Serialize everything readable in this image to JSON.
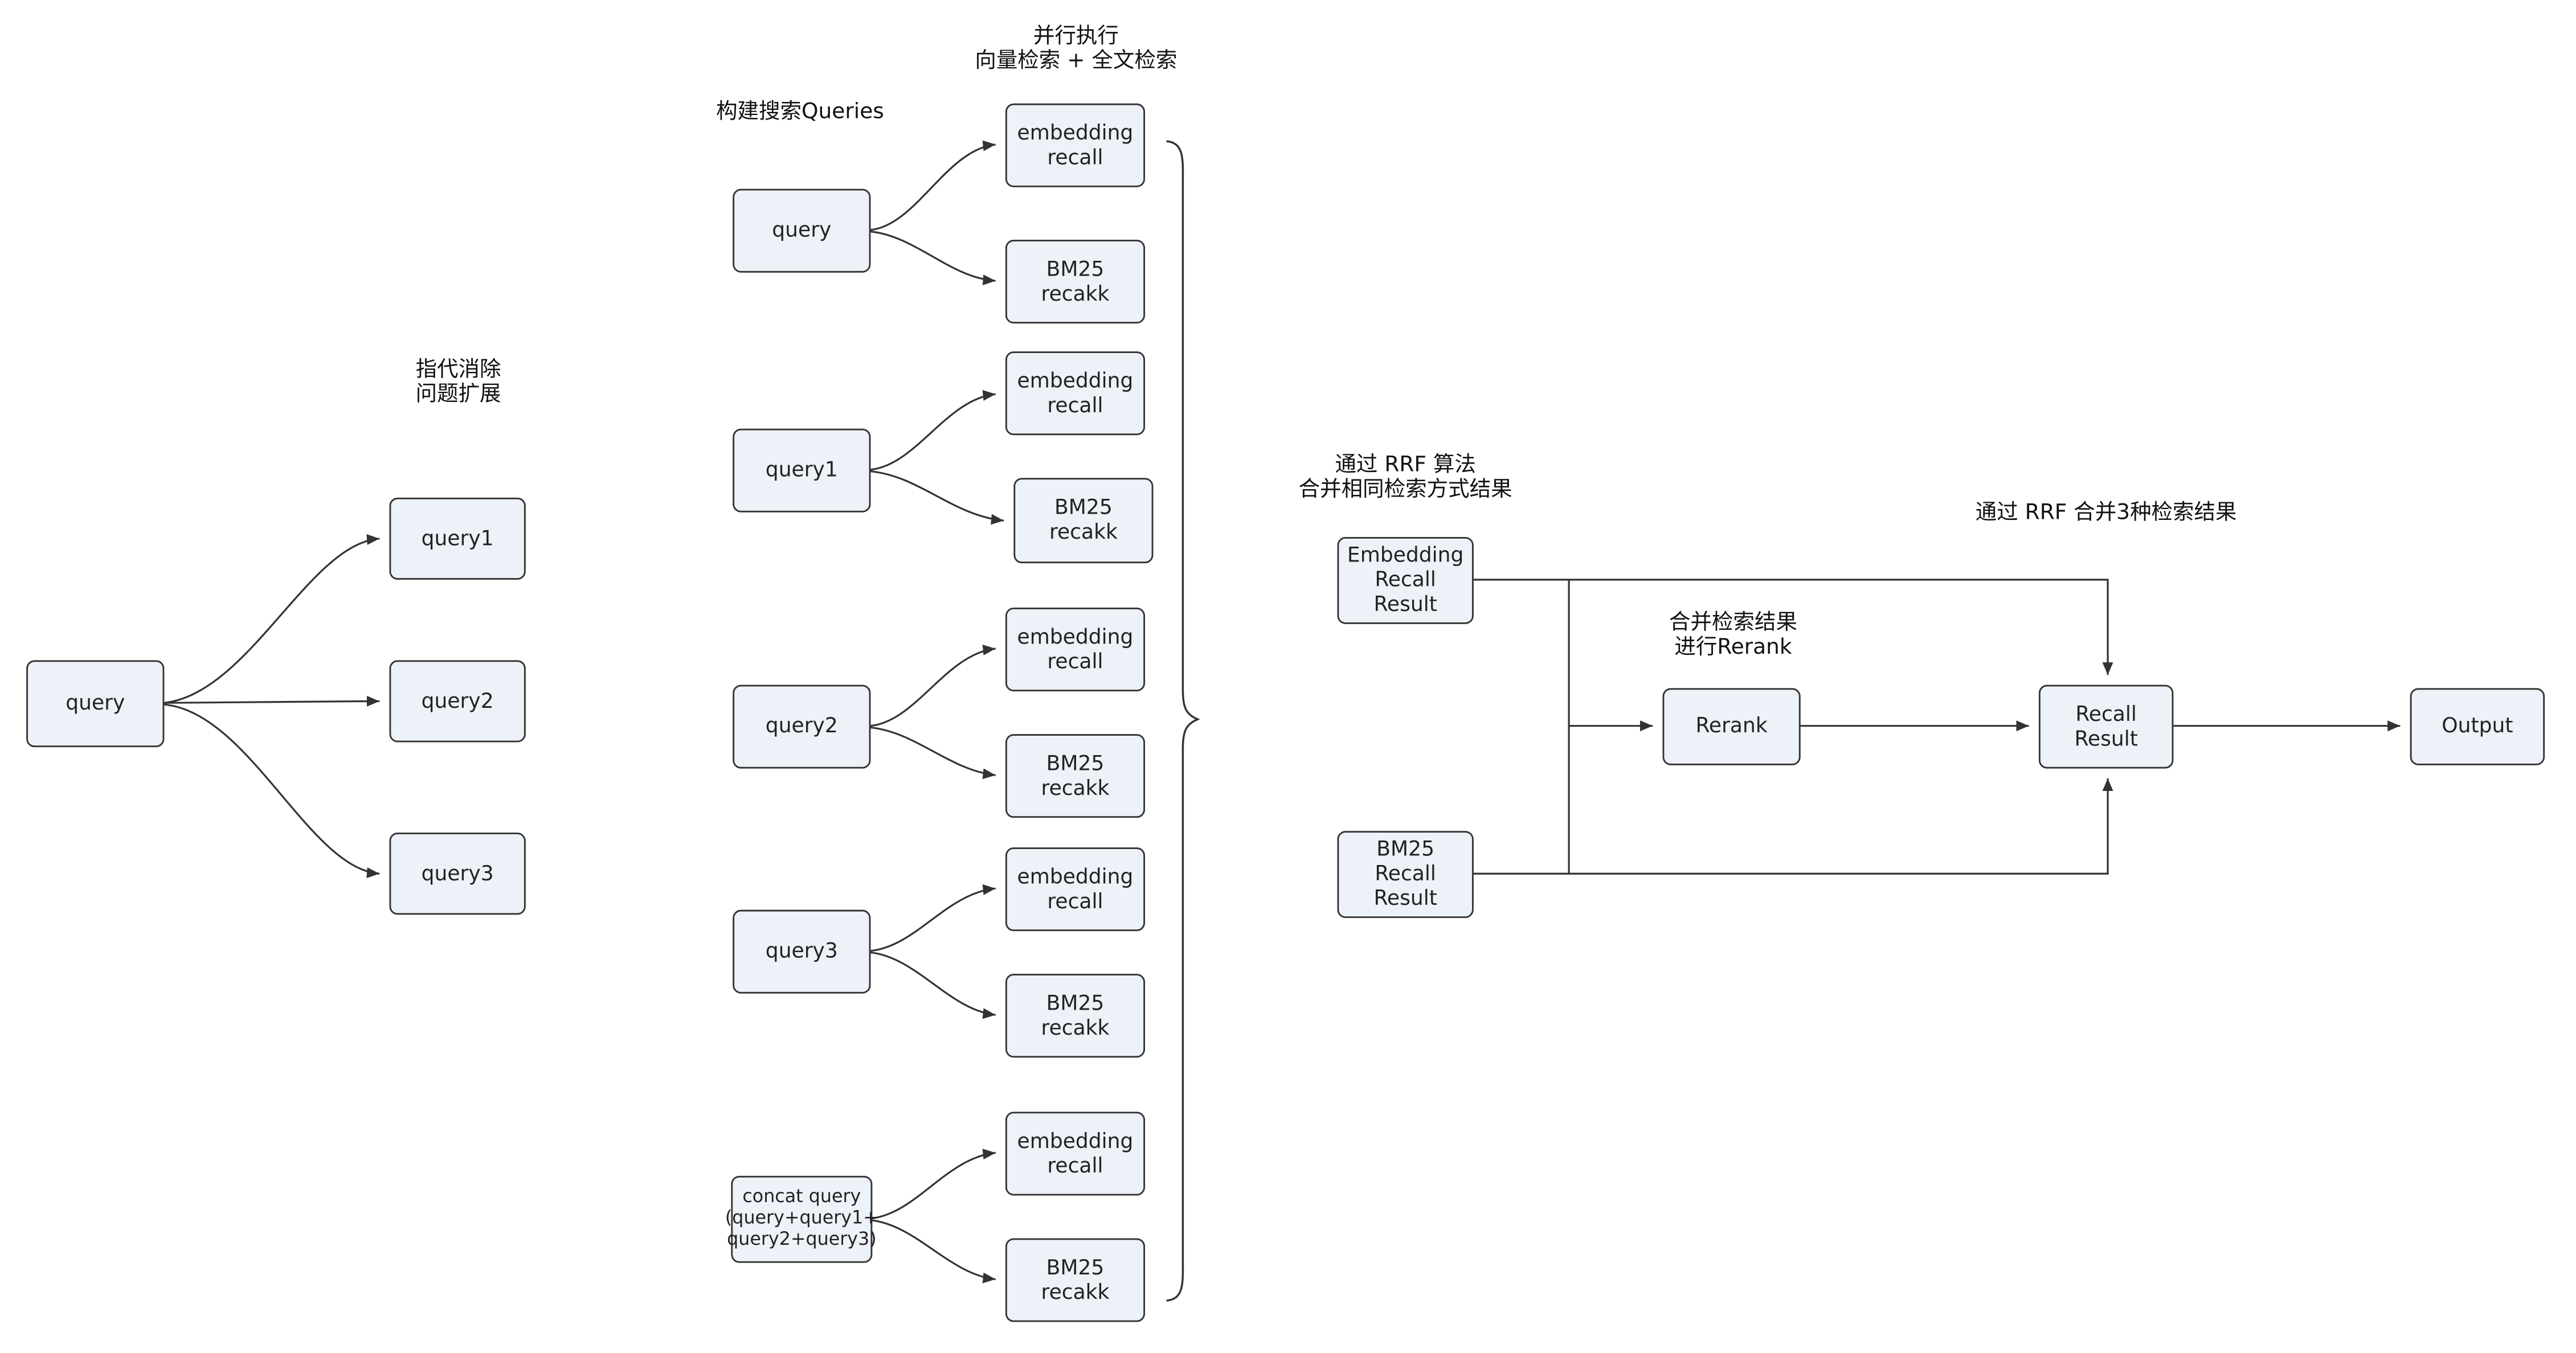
{
  "diagram": {
    "section_labels": {
      "coref_line1": "指代消除",
      "coref_line2": "问题扩展",
      "build_queries": "构建搜索Queries",
      "parallel_line1": "并行执行",
      "parallel_line2": "向量检索 + 全文检索",
      "rrf_same_line1": "通过 RRF 算法",
      "rrf_same_line2": "合并相同检索方式结果",
      "merge_line1": "合并检索结果",
      "merge_line2": "进行Rerank",
      "rrf3": "通过 RRF 合并3种检索结果"
    },
    "nodes": {
      "query": "query",
      "query1": "query1",
      "query2": "query2",
      "query3": "query3",
      "embedding_recall_line1": "embedding",
      "embedding_recall_line2": "recall",
      "bm25_recall_line1": "BM25",
      "bm25_recall_line2": "recakk",
      "concat_line1": "concat query",
      "concat_line2": "(query+query1+",
      "concat_line3": "query2+query3)",
      "embedding_result_line1": "Embedding",
      "embedding_result_line2": "Recall",
      "embedding_result_line3": "Result",
      "bm25_result_line1": "BM25",
      "bm25_result_line2": "Recall",
      "bm25_result_line3": "Result",
      "rerank": "Rerank",
      "recall_result_line1": "Recall",
      "recall_result_line2": "Result",
      "output": "Output"
    },
    "colors": {
      "background": "#ffffff",
      "node_fill": "#edf1f8",
      "node_border": "#343434",
      "edge": "#333333"
    }
  }
}
